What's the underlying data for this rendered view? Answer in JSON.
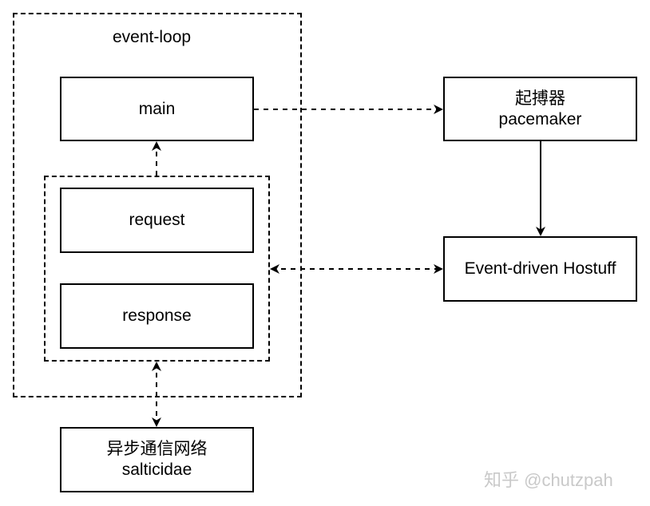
{
  "groups": {
    "event_loop": {
      "label": "event-loop"
    }
  },
  "nodes": {
    "main": {
      "label": "main"
    },
    "request": {
      "label": "request"
    },
    "response": {
      "label": "response"
    },
    "pacemaker": {
      "line1": "起搏器",
      "line2": "pacemaker"
    },
    "hotstuff": {
      "label": "Event-driven Hostuff"
    },
    "network": {
      "line1": "异步通信网络",
      "line2": "salticidae"
    }
  },
  "watermark": "知乎 @chutzpah"
}
